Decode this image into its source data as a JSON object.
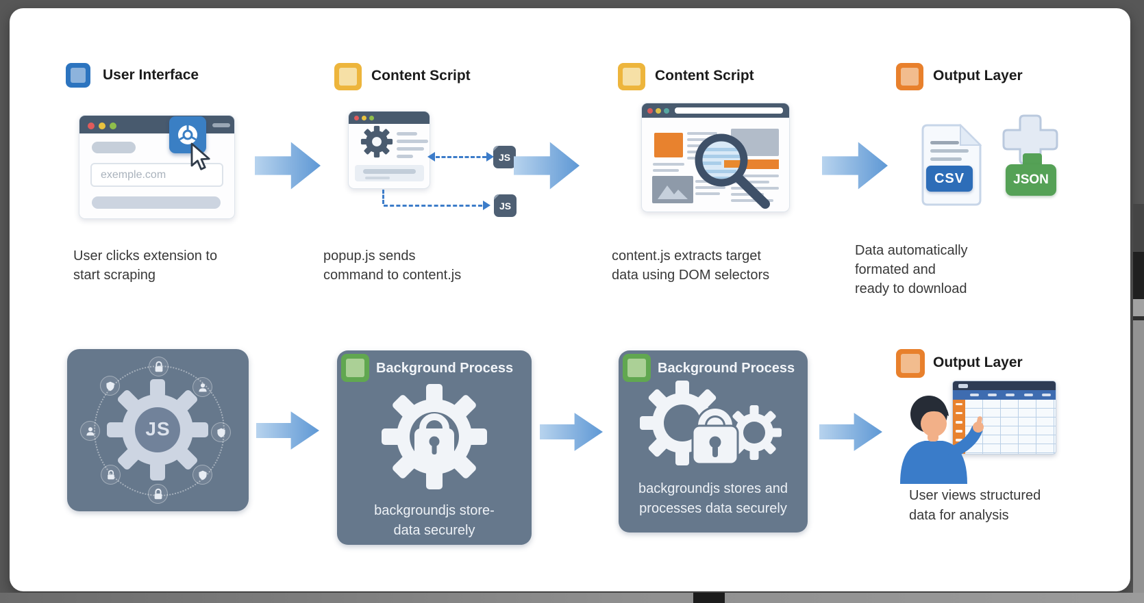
{
  "colors": {
    "frame_bg": "#575757",
    "card_bg": "#ffffff",
    "dark_panel_bg": "#66788c",
    "legend_blue": "#2c74bf",
    "legend_yellow": "#edb53c",
    "legend_orange": "#e8802c",
    "legend_green": "#61a750",
    "arrow_gradient_from": "#b7d3ee",
    "arrow_gradient_to": "#5e98d5",
    "browser_bar": "#485a6e",
    "js_badge_bg": "#4e5f73",
    "dashed_connector_blue": "#3c7cc9",
    "csv_badge_bg": "#2d6db8",
    "json_badge_bg": "#55a156",
    "accent_orange": "#e8822e",
    "title_text": "#1b1b1b",
    "caption_text": "#383838"
  },
  "icons": {
    "browser_extension": "chrome-icon",
    "pointer": "cursor-icon",
    "script": "gear-icon",
    "javascript_file": "js-file-icon",
    "dom_search": "magnifier-icon",
    "csv_file": "csv-file-icon",
    "json_output": "json-plus-icon",
    "security_lock": "lock-icon",
    "security_shield": "shield-icon",
    "user_profile": "person-icon",
    "secure_process": "gear-lock-icon",
    "structured_table": "spreadsheet-icon",
    "flow": "arrow-right-icon"
  },
  "row1": {
    "panel1": {
      "title": "User Interface",
      "browser_url": "exemple.com",
      "caption": [
        "User clicks extension to",
        "start scraping"
      ]
    },
    "panel2": {
      "title": "Content Script",
      "js_badge_top": "JS",
      "js_badge_bottom": "JS",
      "caption": [
        "popup.js sends",
        "command to content.js"
      ]
    },
    "panel3": {
      "title": "Content Script",
      "caption": [
        "content.js extracts target",
        "data using DOM selectors"
      ]
    },
    "panel4": {
      "title": "Output Layer",
      "csv_label": "CSV",
      "json_label": "JSON",
      "caption": [
        "Data automatically",
        "formated and",
        "ready to download"
      ]
    }
  },
  "row2": {
    "panel5": {
      "gear_label": "JS"
    },
    "panel6": {
      "title": "Background Process",
      "caption": [
        "backgroundjs store-",
        "data securely"
      ]
    },
    "panel7": {
      "title": "Background Process",
      "caption": [
        "backgroundjs stores and",
        "processes data securely"
      ]
    },
    "panel8": {
      "title": "Output Layer",
      "caption": [
        "User views structured",
        "data for analysis"
      ]
    }
  }
}
